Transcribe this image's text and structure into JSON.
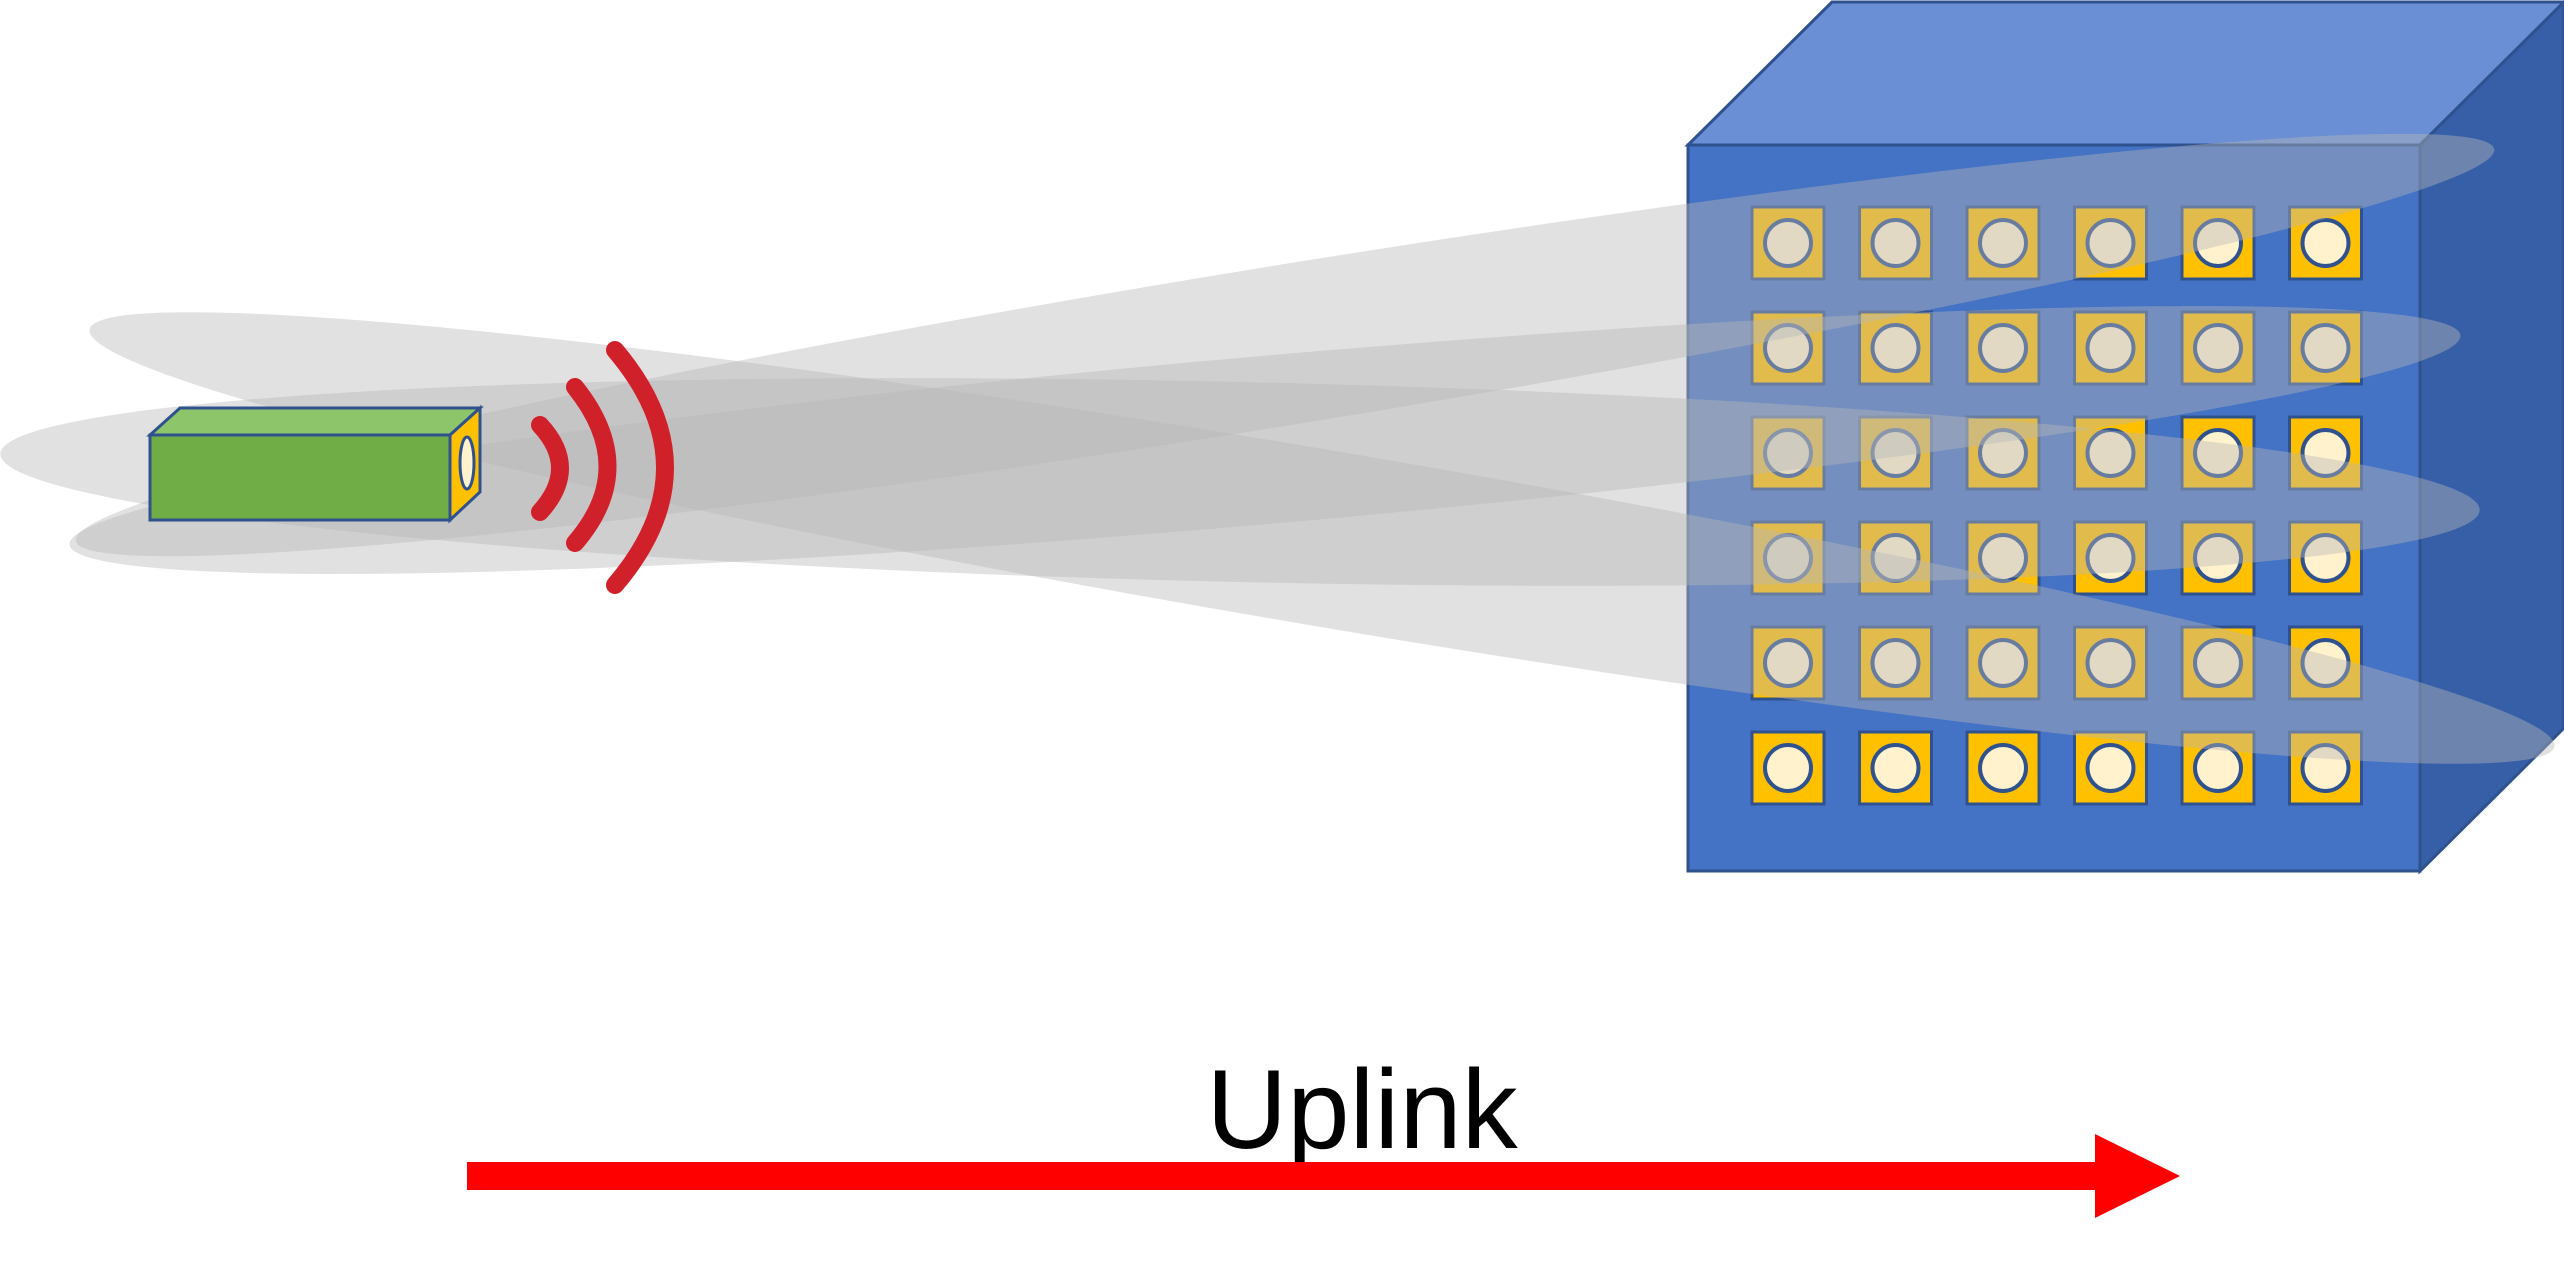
{
  "diagram": {
    "direction_label": "Uplink",
    "antenna_array": {
      "rows": 6,
      "cols": 6
    },
    "colors": {
      "device_green_front": "#70AD47",
      "device_green_top": "#8DC56A",
      "device_outline": "#2F528F",
      "panel_yellow": "#FFC000",
      "element_fill": "#FFF2CC",
      "cube_front": "#4472C4",
      "cube_top": "#6A8FD4",
      "cube_side": "#365FA8",
      "wave_red": "#D0202A",
      "beam_gray": "#A6A6A6",
      "arrow_red": "#FF0000"
    }
  }
}
